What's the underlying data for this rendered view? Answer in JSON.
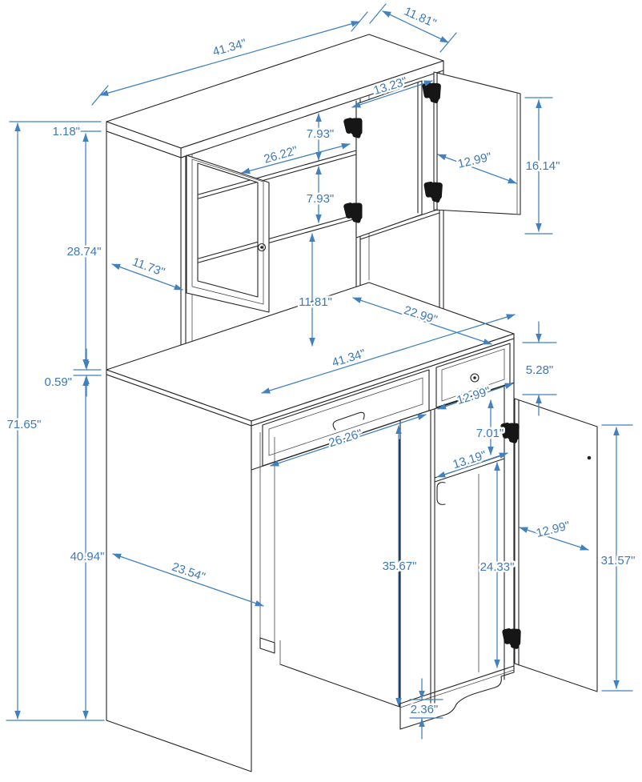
{
  "diagram": {
    "kind": "furniture-assembly-dimension-drawing",
    "subject": "desk-with-hutch-cabinet",
    "unit": "inches",
    "colors": {
      "dimension": "#4181bf",
      "dimension_text": "#3d79b6",
      "line": "#252525",
      "background": "#ffffff"
    }
  },
  "dims": {
    "top_width": "41.34\"",
    "top_depth": "11.81\"",
    "top_thickness": "1.18\"",
    "shelf_width": "26.22\"",
    "shelf_gap_upper": "7.93\"",
    "shelf_gap_lower": "7.93\"",
    "hutch_opening_width": "13.23\"",
    "hutch_door_width": "12.99\"",
    "hutch_door_height": "16.14\"",
    "hutch_side_depth": "11.73\"",
    "hutch_height": "28.74\"",
    "desktop_thickness": "0.59\"",
    "total_height": "71.65\"",
    "open_space_height": "11.81\"",
    "desk_depth": "22.99\"",
    "desk_width": "41.34\"",
    "drawer_height": "5.28\"",
    "small_drawer_width": "12.99\"",
    "large_drawer_width": "26.26\"",
    "lower_gap_height": "7.01\"",
    "lower_opening_width": "13.19\"",
    "lower_door_width": "12.99\"",
    "lower_door_height": "31.57\"",
    "base_section_height": "40.94\"",
    "base_depth": "23.54\"",
    "kneehole_height": "35.67\"",
    "lower_compartment_height": "24.33\"",
    "toe_kick_height": "2.36\""
  }
}
